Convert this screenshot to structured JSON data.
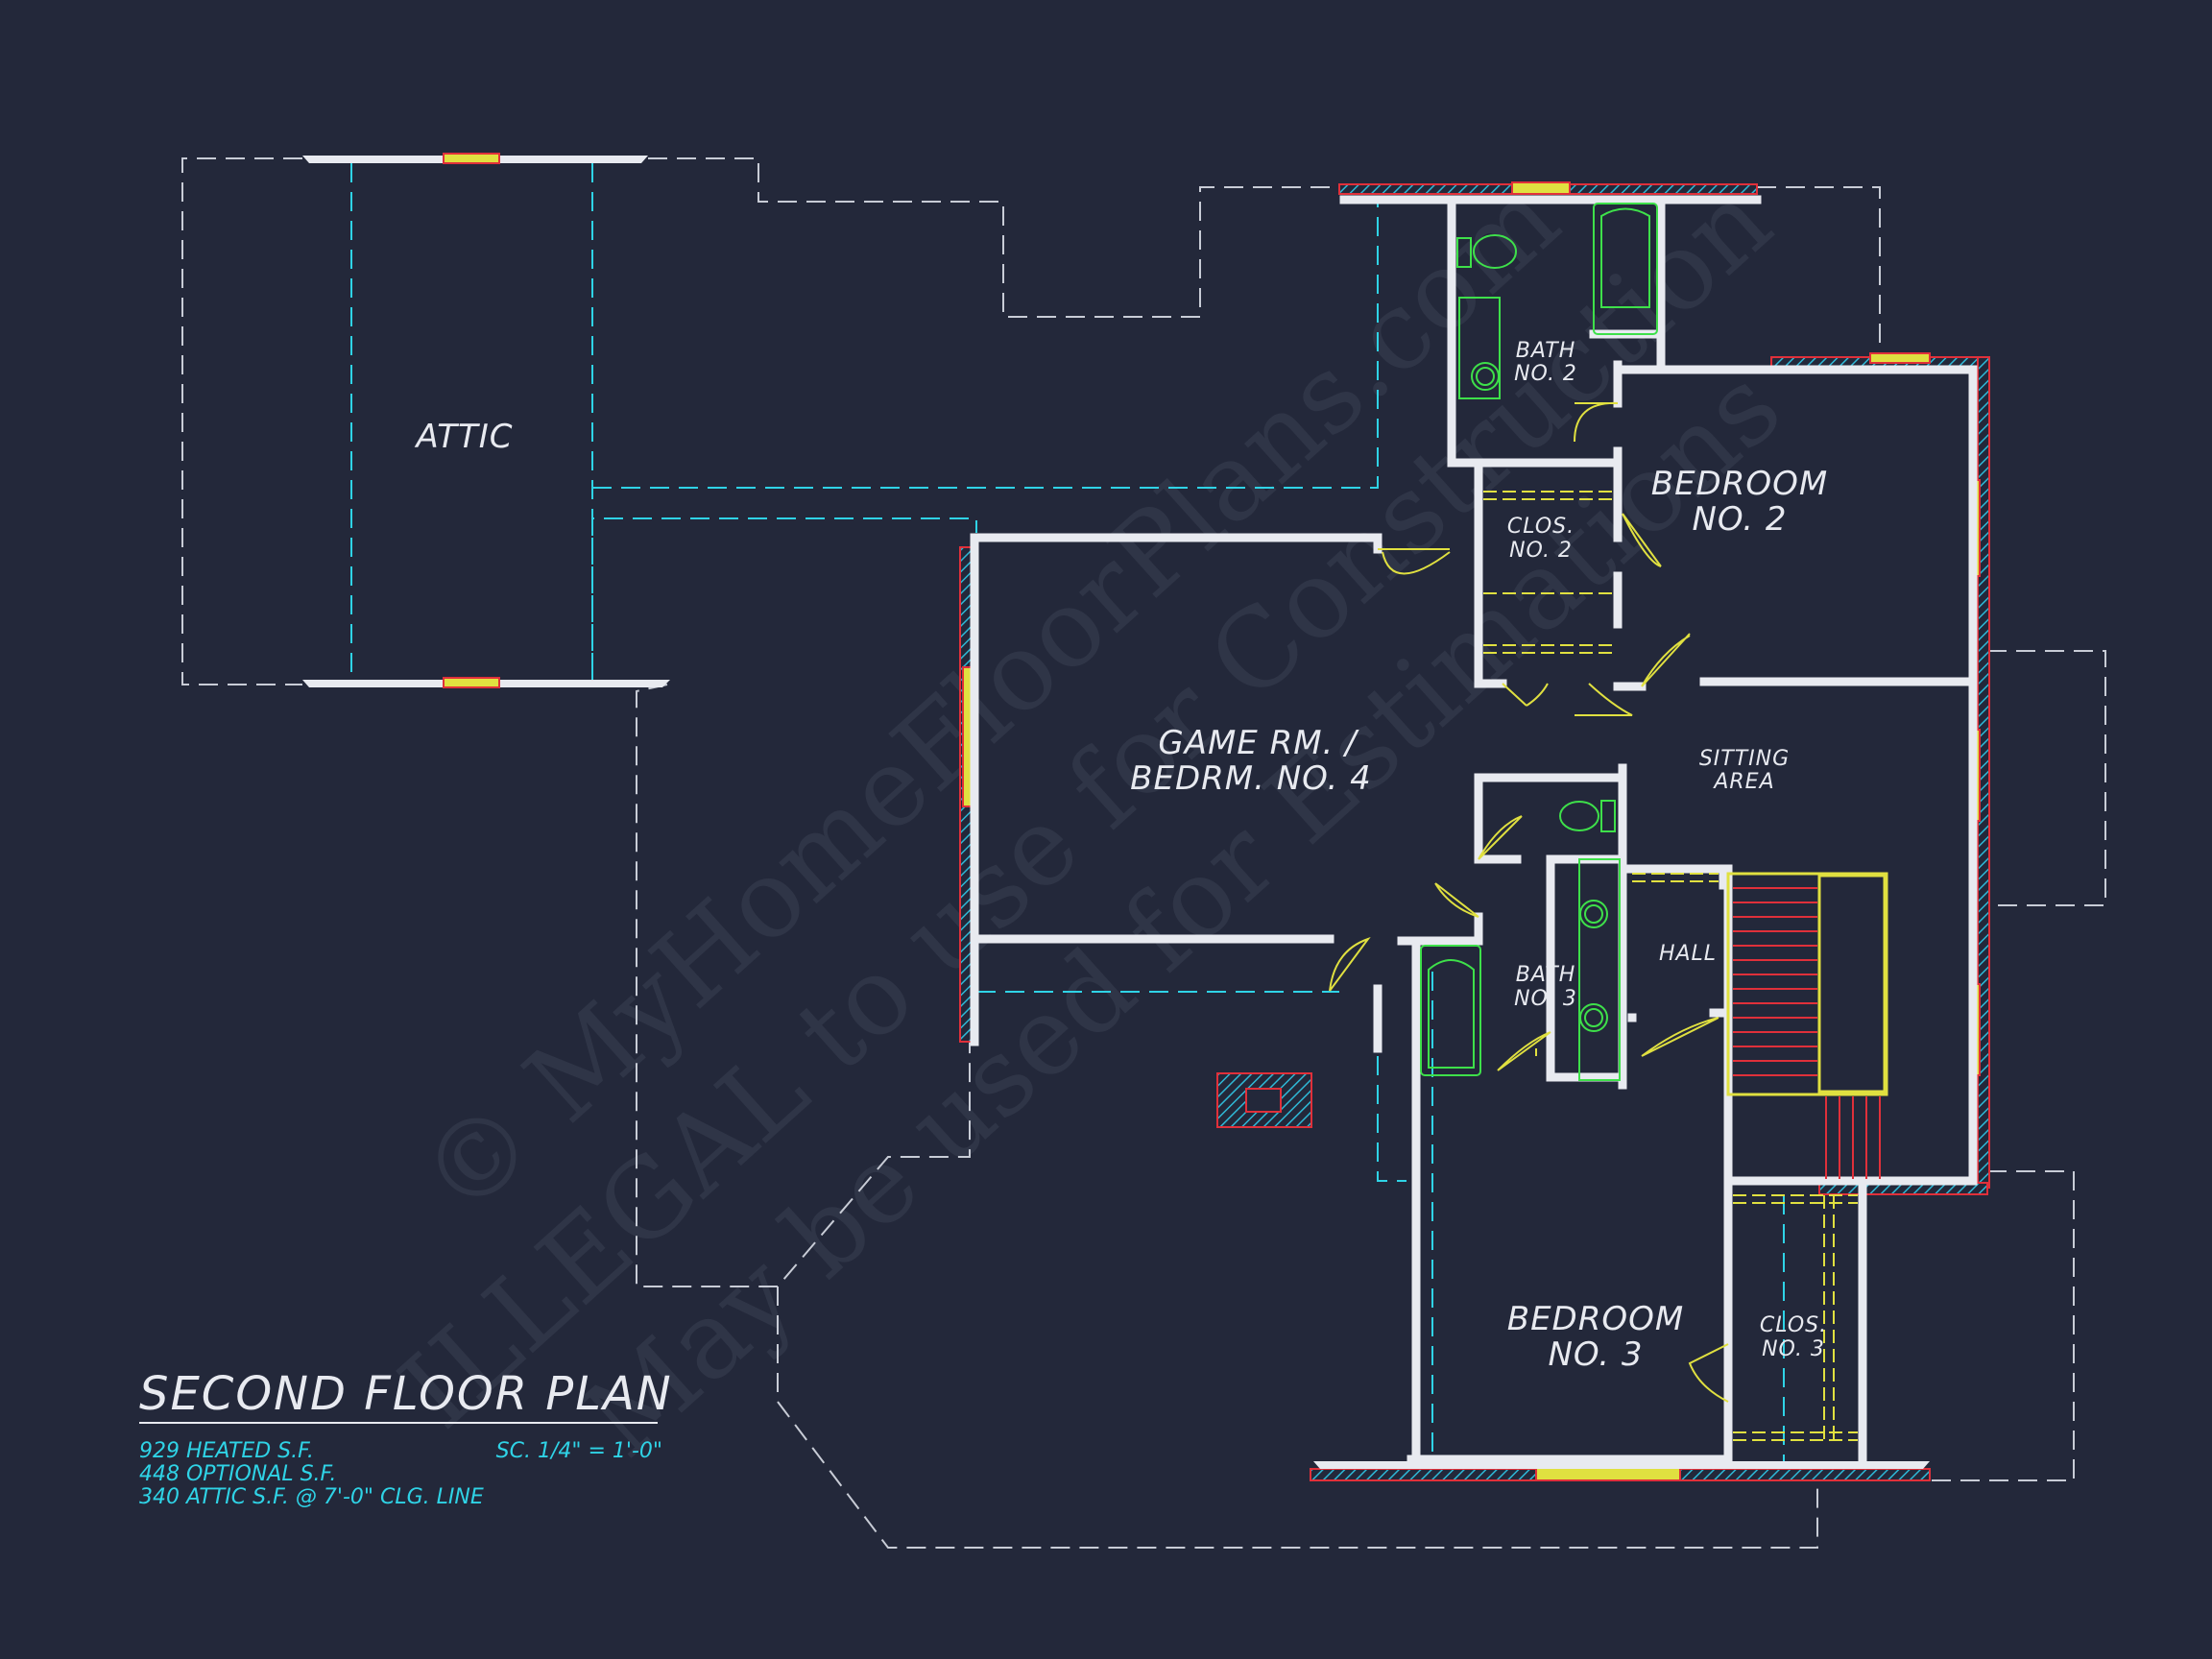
{
  "watermark": {
    "line1": "© MyHomeFloorPlans.com",
    "line2": "ILLEGAL to use for Construction",
    "line3": "May be used for Estimations"
  },
  "rooms": {
    "attic": "ATTIC",
    "bath2": [
      "BATH",
      "NO. 2"
    ],
    "bedroom2": [
      "BEDROOM",
      "NO. 2"
    ],
    "clos2": [
      "CLOS.",
      "NO. 2"
    ],
    "game": [
      "GAME RM. /",
      "BEDRM. NO. 4"
    ],
    "sitting": [
      "SITTING",
      "AREA"
    ],
    "hall": "HALL",
    "bath3": [
      "BATH",
      "NO. 3"
    ],
    "bedroom3": [
      "BEDROOM",
      "NO. 3"
    ],
    "clos3": [
      "CLOS.",
      "NO. 3"
    ]
  },
  "title_block": {
    "title": "SECOND FLOOR PLAN",
    "scale": "SC. 1/4\" = 1'-0\"",
    "notes": [
      "929 HEATED S.F.",
      "448 OPTIONAL S.F.",
      "340 ATTIC S.F. @ 7'-0\" CLG. LINE"
    ]
  },
  "colors": {
    "background": "#23283a",
    "wall": "#e8eaf0",
    "dashed_outline": "#c8ccd6",
    "ceiling_line": "#2fd3e6",
    "window": "#e0e040",
    "fixture": "#3ee04a",
    "stair": "#e0303a",
    "hatch": "#2fb8d6"
  }
}
